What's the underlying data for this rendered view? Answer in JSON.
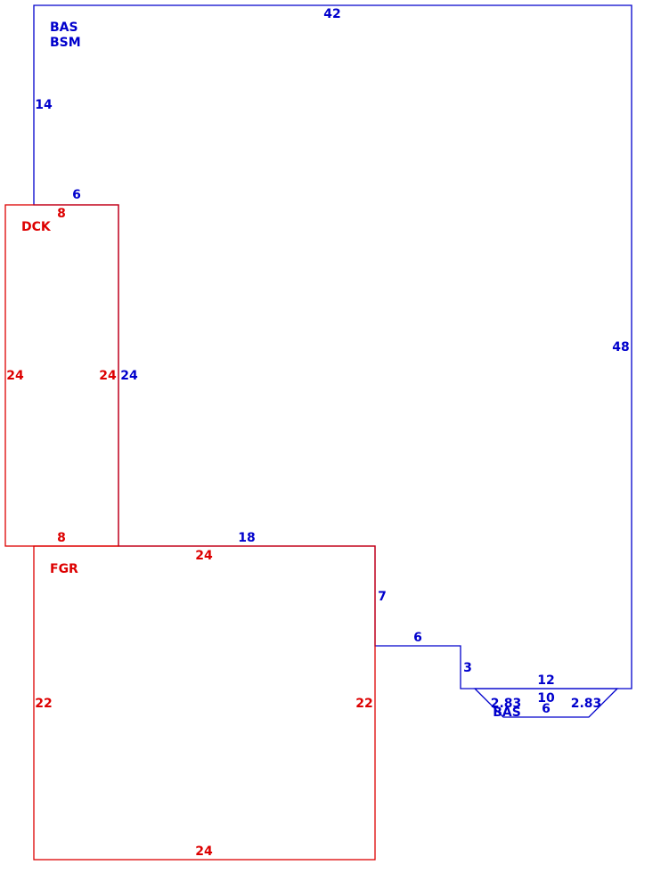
{
  "colors": {
    "blue": "#0000cc",
    "red": "#dd0000"
  },
  "bas_main": {
    "labels": [
      "BAS",
      "BSM"
    ],
    "dims": {
      "top": "42",
      "left_upper": "14",
      "notch_top": "6",
      "notch_right": "24",
      "lower_top": "18",
      "step_a": "7",
      "step_b_top": "6",
      "step_b_right": "3",
      "right": "48"
    }
  },
  "bas_bay": {
    "label": "BAS",
    "dims": {
      "top": "12",
      "inner": "10",
      "bottom": "6",
      "left_diag": "2.83",
      "right_diag": "2.83"
    }
  },
  "dck": {
    "label": "DCK",
    "dims": {
      "top": "8",
      "left": "24",
      "right": "24",
      "bottom": "8"
    }
  },
  "fgr": {
    "label": "FGR",
    "dims": {
      "top": "24",
      "left": "22",
      "right": "22",
      "bottom": "24"
    }
  }
}
